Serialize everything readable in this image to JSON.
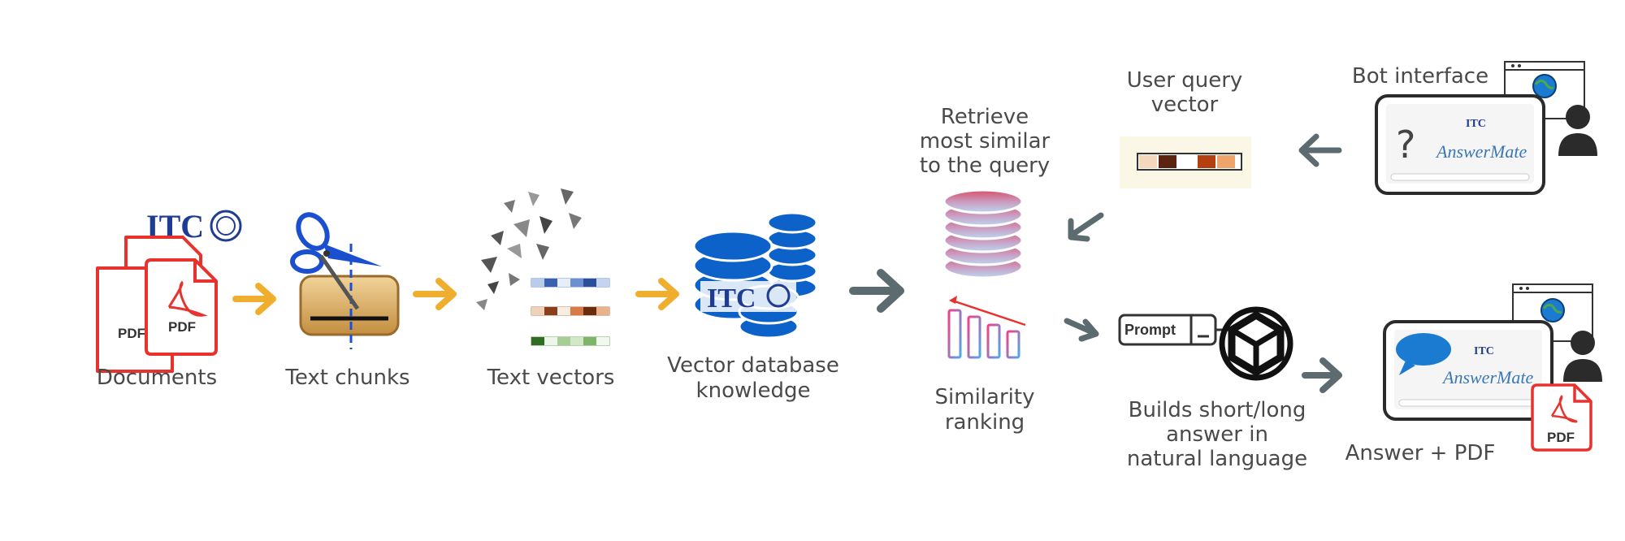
{
  "steps": {
    "documents": "Documents",
    "text_chunks": "Text chunks",
    "text_vectors": "Text vectors",
    "vector_db_line1": "Vector database",
    "vector_db_line2": "knowledge",
    "retrieve_line1": "Retrieve",
    "retrieve_line2": "most similar",
    "retrieve_line3": "to the query",
    "similarity_line1": "Similarity",
    "similarity_line2": "ranking",
    "user_query_line1": "User query",
    "user_query_line2": "vector",
    "bot_interface": "Bot interface",
    "builds_line1": "Builds short/long",
    "builds_line2": "answer in",
    "builds_line3": "natural language",
    "answer_pdf": "Answer + PDF"
  },
  "icons": {
    "pdf_label": "PDF",
    "itc_label": "ITC",
    "prompt_label": "Prompt",
    "answermate_label": "AnswerMate",
    "question_mark": "?"
  },
  "colors": {
    "arrow_orange": "#f0ae2f",
    "arrow_gray": "#5c6b70",
    "pdf_red": "#e8322d",
    "db_blue": "#0d62c9",
    "itc_navy": "#1f3c93"
  }
}
